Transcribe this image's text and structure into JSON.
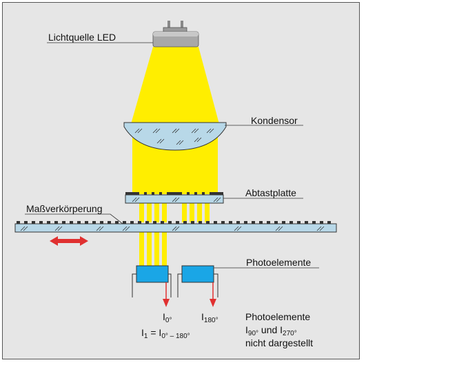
{
  "labels": {
    "light_source": "Lichtquelle LED",
    "condenser": "Kondensor",
    "scanning_plate": "Abtastplatte",
    "scale": "Maßverkörperung",
    "photocells": "Photoelemente"
  },
  "signals": {
    "i0_main": "I",
    "i0_sub": "0°",
    "i180_main": "I",
    "i180_sub": "180°",
    "i1_main": "I",
    "i1_sub": "1",
    "i1_eq": " = I",
    "i1_eq_sub": "0°",
    "i1_minus": " – 180°"
  },
  "note": {
    "line1": "Photoelemente",
    "line2_a": "I",
    "line2_sub1": "90°",
    "line2_b": " und I",
    "line2_sub2": "270°",
    "line3": "nicht dargestellt"
  },
  "colors": {
    "light": "#ffee00",
    "glass": "#b8d8e8",
    "photocell": "#1aa6e6",
    "arrow": "#e03030"
  }
}
